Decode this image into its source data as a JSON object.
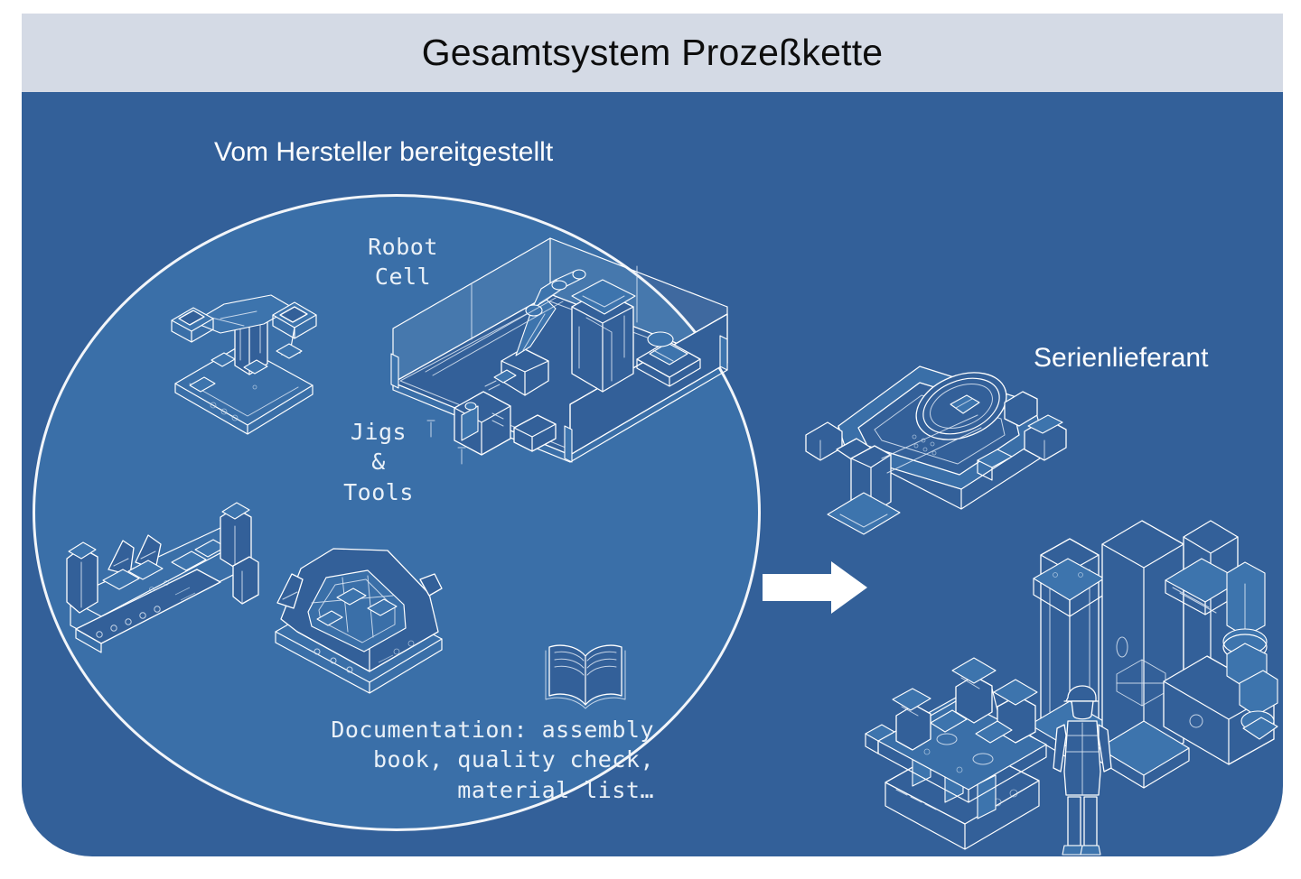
{
  "header": {
    "title": "Gesamtsystem Prozeßkette",
    "bg_color": "#d4dae5",
    "text_color": "#0d0d0d"
  },
  "panel": {
    "bg_color": "#336099",
    "ellipse_fill": "#3a6fa8",
    "ellipse_stroke": "#ffffff"
  },
  "labels": {
    "supplier_scope": "Vom Hersteller bereitgestellt",
    "series_supplier": "Serienlieferant",
    "robot_cell_line1": "Robot",
    "robot_cell_line2": "Cell",
    "jigs_line1": "Jigs",
    "jigs_line2": "&",
    "jigs_line3": "Tools",
    "documentation_line1": "Documentation: assembly",
    "documentation_line2": "book, quality check,",
    "documentation_line3": "material list…"
  },
  "icons": {
    "flow_arrow": "arrow-right-icon",
    "book": "open-book-icon",
    "robot_cell": "robot-cell-isometric-drawing",
    "jig_top": "jig-fixture-isometric-drawing",
    "jig_left": "jig-fixture-large-isometric-drawing",
    "jig_center": "jig-fixture-center-isometric-drawing",
    "assembly_part": "vehicle-subframe-isometric-drawing",
    "production_line": "production-line-isometric-drawing",
    "operator": "operator-figure-drawing"
  }
}
